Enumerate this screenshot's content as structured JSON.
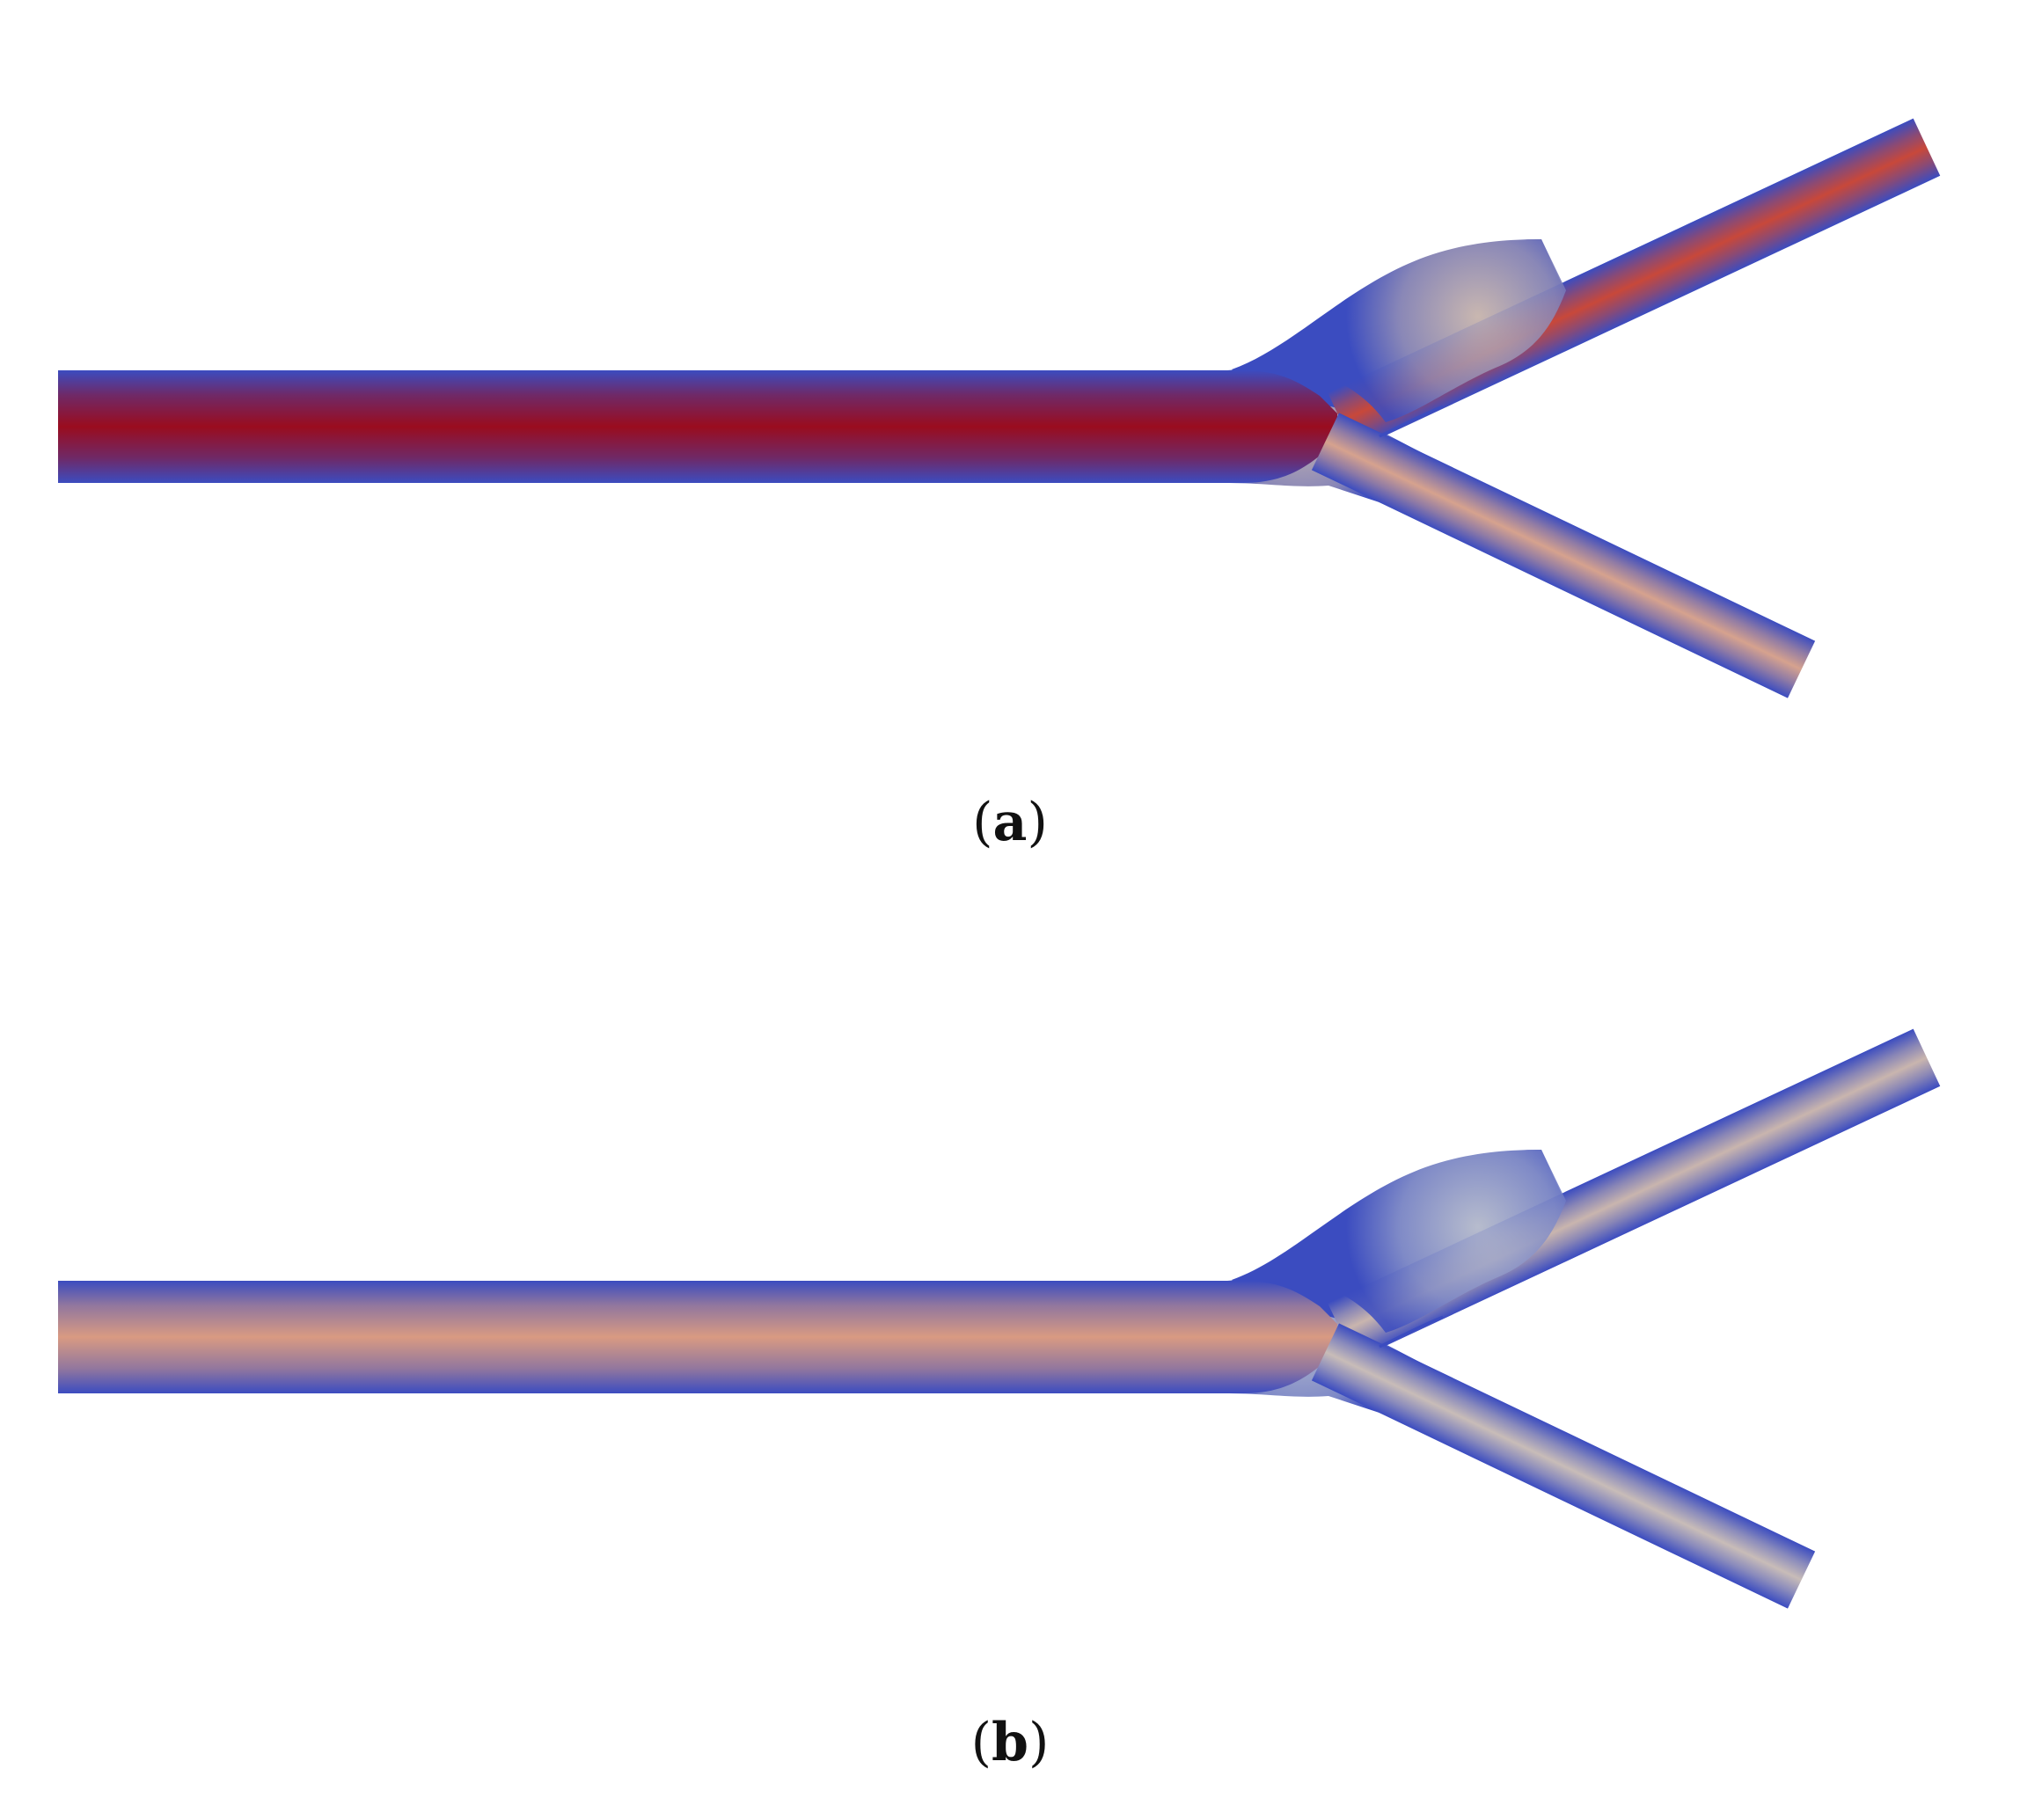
{
  "figure": {
    "panels": [
      {
        "id": "a",
        "caption_open": "(",
        "caption_letter": "a",
        "caption_close": ")",
        "colors": {
          "wall": "#3b4cc0",
          "trunk_core": "#9a0c1e",
          "upper_branch_core": "#c8483a",
          "lower_branch_core": "#d6a28e",
          "junction_core": "#c9b7b0"
        }
      },
      {
        "id": "b",
        "caption_open": "(",
        "caption_letter": "b",
        "caption_close": ")",
        "colors": {
          "wall": "#3b4cc0",
          "trunk_core": "#d99a82",
          "upper_branch_core": "#c9b5ae",
          "lower_branch_core": "#c8bcb8",
          "junction_core": "#b7bccd"
        }
      }
    ]
  }
}
